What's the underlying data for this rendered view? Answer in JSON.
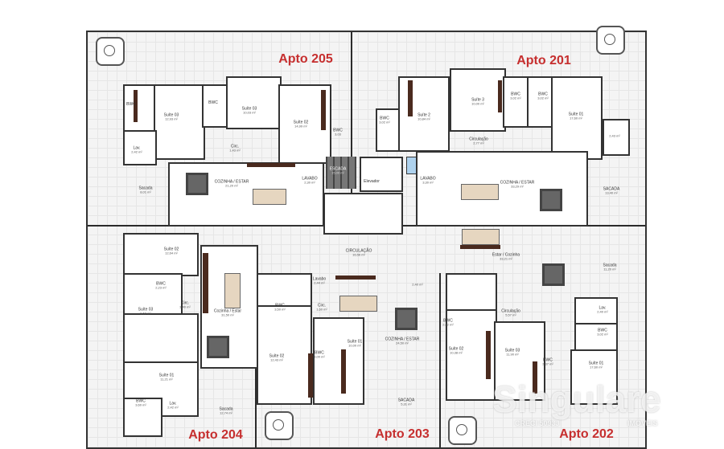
{
  "apartments": {
    "a205": "Apto 205",
    "a201": "Apto 201",
    "a204": "Apto 204",
    "a203": "Apto 203",
    "a202": "Apto 202"
  },
  "rooms": {
    "a205": [
      {
        "name": "BWC",
        "area": ""
      },
      {
        "name": "Suíte 03",
        "area": "12,93 m²"
      },
      {
        "name": "BWC",
        "area": ""
      },
      {
        "name": "Suíte 03",
        "area": "10,03 m²"
      },
      {
        "name": "Suíte 02",
        "area": "14,99 m²"
      },
      {
        "name": "BWC",
        "area": "3,03"
      },
      {
        "name": "Lav.",
        "area": "2,42 m²"
      },
      {
        "name": "Circ.",
        "area": "1,43 m²"
      },
      {
        "name": "Sacada",
        "area": "8,01 m²"
      },
      {
        "name": "COZINHA / ESTAR",
        "area": "21,20 m²"
      },
      {
        "name": "LAVABO",
        "area": "2,30 m²"
      }
    ],
    "core": [
      {
        "name": "ESCADA",
        "area": "15,00 m²"
      },
      {
        "name": "Elevador",
        "area": ""
      },
      {
        "name": "CIRCULAÇÃO",
        "area": "16,56 m²"
      }
    ],
    "a201": [
      {
        "name": "Suíte 2",
        "area": "10,84 m²"
      },
      {
        "name": "BWC",
        "area": "3,02 m²"
      },
      {
        "name": "Suíte 3",
        "area": "10,00 m²"
      },
      {
        "name": "BWC",
        "area": "3,02 m²"
      },
      {
        "name": "BWC",
        "area": "3,02 m²"
      },
      {
        "name": "Suíte 01",
        "area": "17,60 m²"
      },
      {
        "name": "Circulação",
        "area": "2,77 m²"
      },
      {
        "name": "",
        "area": "2,43 m²"
      },
      {
        "name": "LAVABO",
        "area": "3,30 m²"
      },
      {
        "name": "COZINHA / ESTAR",
        "area": "33,29 m²"
      },
      {
        "name": "SACADA",
        "area": "13,40 m²"
      }
    ],
    "a204": [
      {
        "name": "Suíte 02",
        "area": "12,64 m²"
      },
      {
        "name": "BWC",
        "area": "2,23 m²"
      },
      {
        "name": "Suíte 03",
        "area": "9,60 m²"
      },
      {
        "name": "Circ.",
        "area": "3,40 m²"
      },
      {
        "name": "Cozinha / Estar",
        "area": "31,50 m²"
      },
      {
        "name": "Suíte 01",
        "area": "11,21 m²"
      },
      {
        "name": "BWC",
        "area": "3,60 m²"
      },
      {
        "name": "Lav.",
        "area": "2,42 m²"
      },
      {
        "name": "Sacada",
        "area": "12,74 m²"
      }
    ],
    "a203": [
      {
        "name": "Lavabo",
        "area": "2,44 m²"
      },
      {
        "name": "BWC",
        "area": "3,50 m²"
      },
      {
        "name": "Circ.",
        "area": "1,60 m²"
      },
      {
        "name": "Suíte 02",
        "area": "12,43 m²"
      },
      {
        "name": "BWC",
        "area": "3,00 m²"
      },
      {
        "name": "Suíte 01",
        "area": "10,00 m²"
      },
      {
        "name": "COZINHA / ESTAR",
        "area": "24,50 m²"
      },
      {
        "name": "SACADA",
        "area": "5,31 m²"
      },
      {
        "name": "",
        "area": "2,40 m²"
      }
    ],
    "a202": [
      {
        "name": "Estar / Cozinha",
        "area": "33,21 m²"
      },
      {
        "name": "Sacada",
        "area": "11,20 m²"
      },
      {
        "name": "Circulação",
        "area": "5,57 m²"
      },
      {
        "name": "BWC",
        "area": "2,62 m²"
      },
      {
        "name": "Lav.",
        "area": "2,40 m²"
      },
      {
        "name": "BWC",
        "area": "3,02 m²"
      },
      {
        "name": "Suíte 02",
        "area": "10,38 m²"
      },
      {
        "name": "Suíte 03",
        "area": "11,90 m²"
      },
      {
        "name": "BWC",
        "area": "2,37 m²"
      },
      {
        "name": "Suíte 01",
        "area": "17,60 m²"
      }
    ]
  },
  "watermark": {
    "brand": "Singulare",
    "creci": "CRECI 5093J",
    "suffix": "IMÓVEIS"
  },
  "colors": {
    "apto_label": "#c62f2f",
    "walls": "#2b2b2b",
    "wood": "#4a2a1e",
    "elevator": "#aed2ee"
  }
}
